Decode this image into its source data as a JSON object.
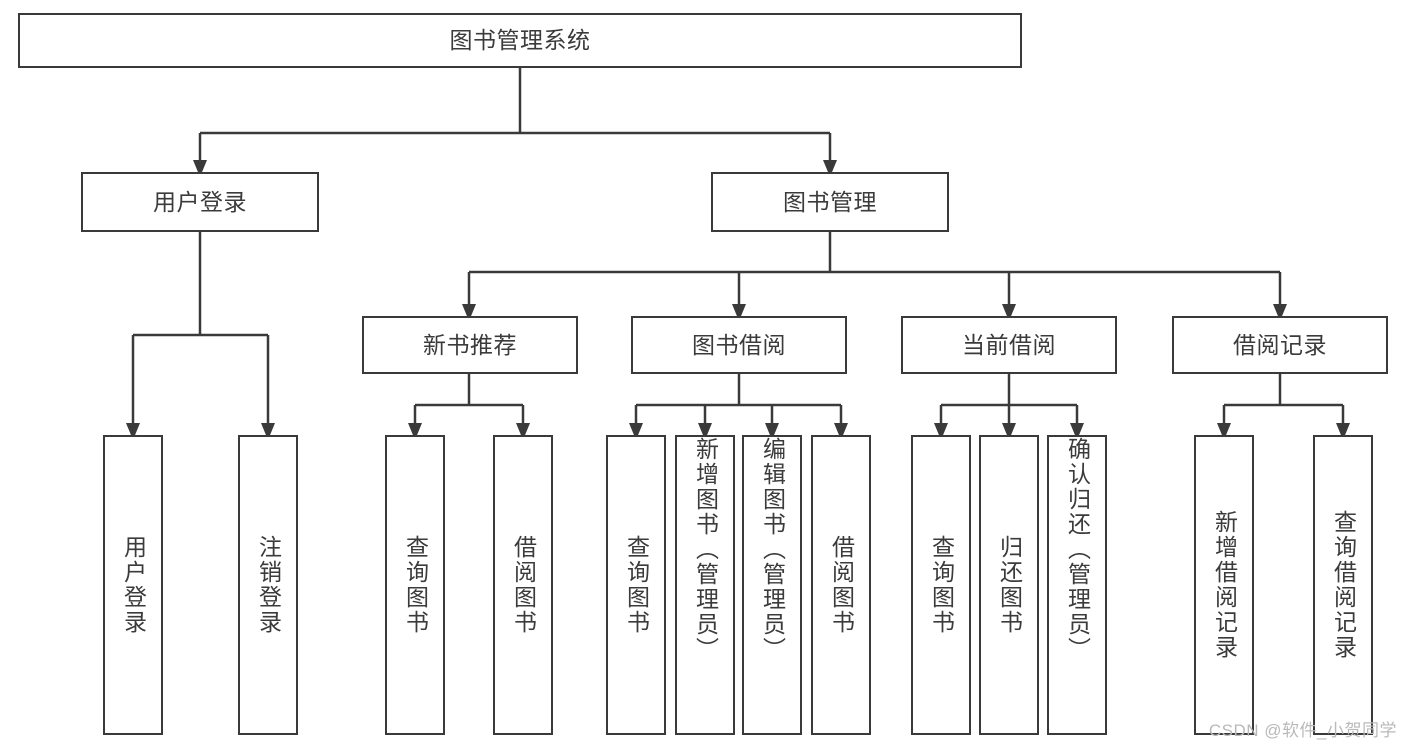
{
  "diagram": {
    "title": "图书管理系统",
    "type": "hierarchy-tree",
    "colors": {
      "line": "#3a3a3a",
      "box_border": "#3a3a3a",
      "box_fill": "#ffffff",
      "text": "#3b3b3b",
      "background": "#ffffff",
      "watermark": "#b9b9b9"
    },
    "levels": {
      "root": {
        "label": "图书管理系统"
      },
      "level2": [
        {
          "id": "user-login",
          "label": "用户登录"
        },
        {
          "id": "book-manage",
          "label": "图书管理"
        }
      ],
      "level3": [
        {
          "id": "new-book-recommend",
          "label": "新书推荐"
        },
        {
          "id": "book-borrow",
          "label": "图书借阅"
        },
        {
          "id": "current-borrow",
          "label": "当前借阅"
        },
        {
          "id": "borrow-record",
          "label": "借阅记录"
        }
      ],
      "leaves": {
        "user_login": [
          {
            "id": "leaf-user-login",
            "label": "用户登录"
          },
          {
            "id": "leaf-logout-login",
            "label": "注销登录"
          }
        ],
        "new_book_recommend": [
          {
            "id": "leaf-query-book-1",
            "label": "查询图书"
          },
          {
            "id": "leaf-borrow-book-1",
            "label": "借阅图书"
          }
        ],
        "book_borrow": [
          {
            "id": "leaf-query-book-2",
            "label": "查询图书"
          },
          {
            "id": "leaf-add-book",
            "label": "新增图书（管理员）"
          },
          {
            "id": "leaf-edit-book",
            "label": "编辑图书（管理员）"
          },
          {
            "id": "leaf-borrow-book-2",
            "label": "借阅图书"
          }
        ],
        "current_borrow": [
          {
            "id": "leaf-query-book-3",
            "label": "查询图书"
          },
          {
            "id": "leaf-return-book",
            "label": "归还图书"
          },
          {
            "id": "leaf-confirm-return",
            "label": "确认归还（管理员）"
          }
        ],
        "borrow_record": [
          {
            "id": "leaf-add-record",
            "label": "新增借阅记录"
          },
          {
            "id": "leaf-query-record",
            "label": "查询借阅记录"
          }
        ]
      }
    },
    "watermark": "CSDN @软件_小贺同学"
  }
}
